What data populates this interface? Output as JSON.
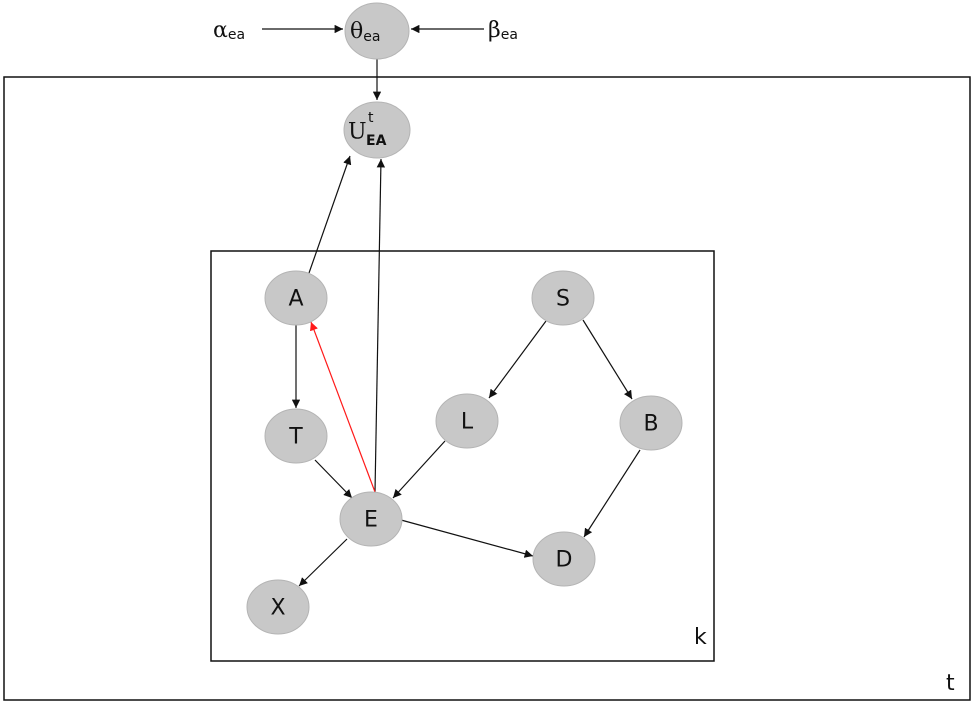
{
  "plates": {
    "outer_label": "t",
    "inner_label": "k"
  },
  "hyperparameters": {
    "alpha": {
      "symbol": "α",
      "subscript": "ea"
    },
    "beta": {
      "symbol": "β",
      "subscript": "ea"
    },
    "theta": {
      "symbol": "θ",
      "subscript": "ea"
    }
  },
  "utility_node": {
    "symbol": "U",
    "subscript": "EA",
    "superscript": "t"
  },
  "nodes": {
    "A": "A",
    "S": "S",
    "T": "T",
    "L": "L",
    "B": "B",
    "E": "E",
    "D": "D",
    "X": "X"
  },
  "colors": {
    "node_fill": "#c8c8c8",
    "edge": "#111111",
    "highlight_edge": "#ff1a1a"
  }
}
